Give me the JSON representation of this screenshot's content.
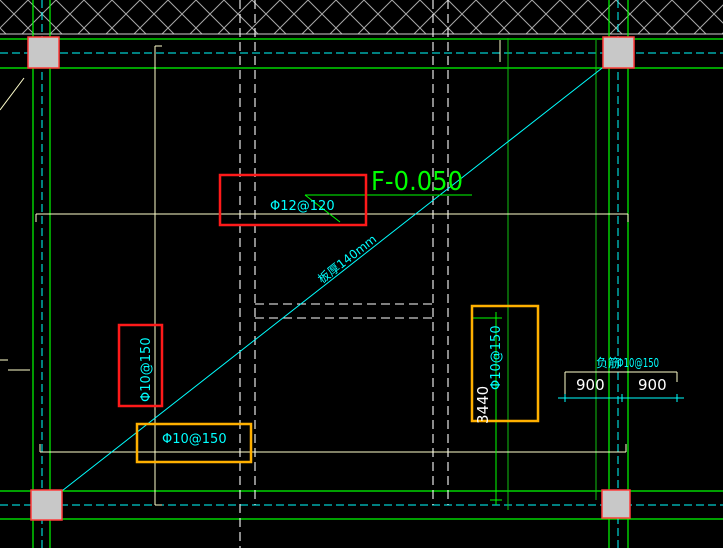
{
  "drawing": {
    "elevation_label": "F-0.050",
    "slab_thickness_label": "板厚140mm",
    "rebar_top_label": "Φ12@120",
    "rebar_left_label": "Φ10@150",
    "rebar_bottom_label": "Φ10@150",
    "rebar_right_label": "Φ10@150",
    "span_dimension_label": "3440",
    "support_rebar_label": "Φ10@150",
    "support_rebar_prefix": "负筋",
    "support_extent_left": "900",
    "support_extent_right": "900"
  },
  "colors": {
    "background": "#000000",
    "grid": "#00ff00",
    "grid_dark": "#0c7a0c",
    "beam_lines": "#ffffff",
    "rebar_lines": "#ffffcc",
    "slab_diagonal": "#00ffff",
    "dimension_text": "#00ffff",
    "elevation_text": "#00ff00",
    "red_highlight": "#ff1a1a",
    "orange_highlight": "#ffb000",
    "column_fill": "#c8c8c8",
    "column_border": "#ff3b3b",
    "hatch": "#b0b0b0"
  }
}
